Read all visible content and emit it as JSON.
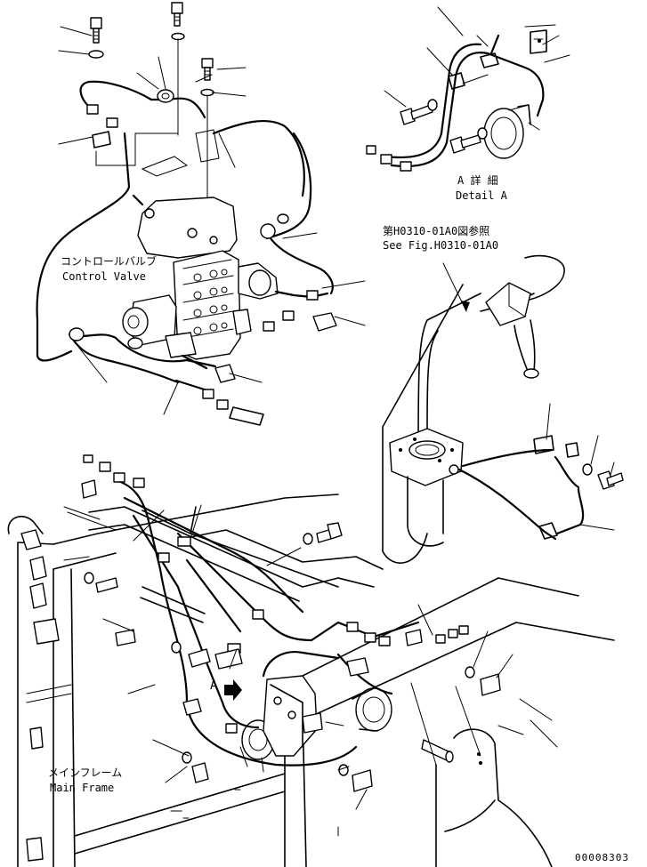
{
  "labels": {
    "control_valve_jp": "コントロールバルブ",
    "control_valve_en": "Control Valve",
    "detail_a_jp": "A 詳 細",
    "detail_a_en": "Detail A",
    "see_fig_jp": "第H0310-01A0図参照",
    "see_fig_en": "See Fig.H0310-01A0",
    "main_frame_jp": "メインフレーム",
    "main_frame_en": "Main Frame",
    "callout_a": "A",
    "drawing_number": "00008303"
  }
}
